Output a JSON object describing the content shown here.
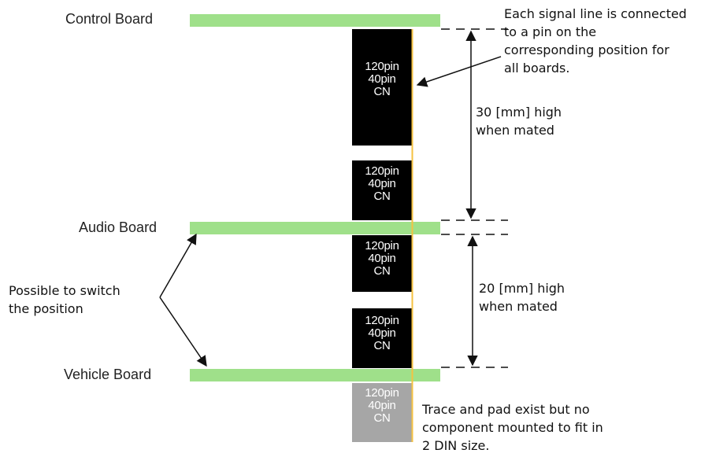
{
  "colors": {
    "board": "#9fe08a",
    "connector": "#000000",
    "connector_unmounted": "#a6a6a6",
    "signal_line": "#f5c242",
    "connector_text": "#ffffff"
  },
  "boards": [
    {
      "label": "Control Board"
    },
    {
      "label": "Audio Board"
    },
    {
      "label": "Vehicle Board"
    }
  ],
  "connectors": [
    {
      "text": "120pin\n40pin\nCN",
      "mounted": true
    },
    {
      "text": "120pin\n40pin\nCN",
      "mounted": true
    },
    {
      "text": "120pin\n40pin\nCN",
      "mounted": true
    },
    {
      "text": "120pin\n40pin\nCN",
      "mounted": true
    },
    {
      "text": "120pin\n40pin\nCN",
      "mounted": false
    }
  ],
  "notes": {
    "signal": "Each signal line is connected\nto a pin on the\ncorresponding position for\nall boards.",
    "height_30": "30 [mm] high\nwhen mated",
    "height_20": "20 [mm] high\nwhen mated",
    "switch": "Possible to switch\nthe position",
    "unmounted": "Trace and pad exist but no\ncomponent mounted to fit in\n2 DIN size."
  }
}
